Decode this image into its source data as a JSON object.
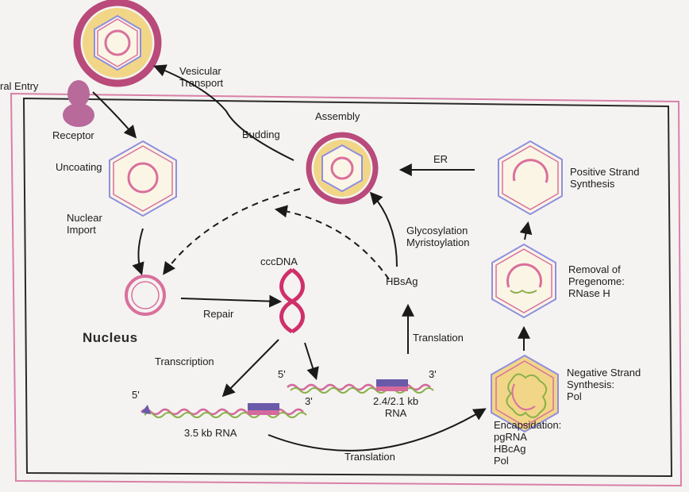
{
  "labels": {
    "viral_entry": "ral Entry",
    "vesicular_transport": "Vesicular\nTransport",
    "receptor": "Receptor",
    "budding": "Budding",
    "assembly": "Assembly",
    "uncoating": "Uncoating",
    "er": "ER",
    "positive_strand": "Positive Strand\nSynthesis",
    "nuclear_import": "Nuclear\nImport",
    "glycosylation": "Glycosylation\nMyristoylation",
    "cccdna": "cccDNA",
    "removal_pregenome": "Removal of\nPregenome:\nRNase H",
    "hbsag": "HBsAg",
    "repair": "Repair",
    "nucleus": "Nucleus",
    "translation_top": "Translation",
    "transcription": "Transcription",
    "negative_strand": "Negative Strand\nSynthesis:\nPol",
    "five_prime_right": "5'",
    "three_prime_right": "3'",
    "five_prime_left": "5'",
    "three_prime_left": "3'",
    "rna_small": "2.4/2.1 kb\nRNA",
    "encapsidation": "Encapsidation:\npgRNA\nHBcAg\nPol",
    "rna_large": "3.5 kb RNA",
    "translation_bottom": "Translation"
  },
  "colors": {
    "outline_pink": "#d9709c",
    "outer_ring": "#b94a7a",
    "ring_fill": "#f1d688",
    "hex_blue": "#8f8fe0",
    "receptor": "#b86a9a",
    "rna_pink": "#d46a9c",
    "rna_green": "#8ab04a",
    "band_purple": "#6a5aa8",
    "cccdna": "#d0306a"
  }
}
